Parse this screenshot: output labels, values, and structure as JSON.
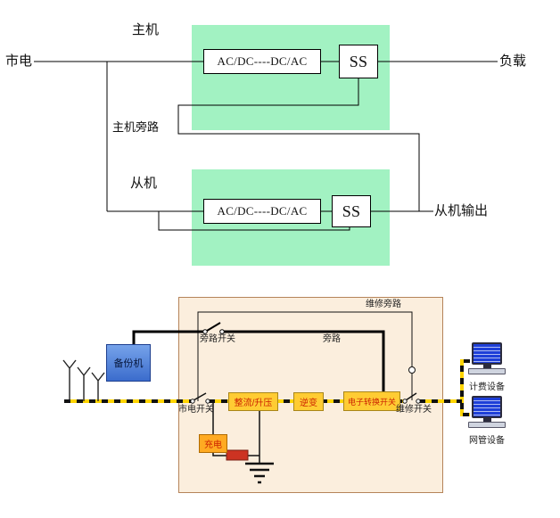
{
  "top_diagram": {
    "mains_label": "市电",
    "master_label": "主机",
    "load_label": "负载",
    "master_bypass_label": "主机旁路",
    "slave_label": "从机",
    "slave_output_label": "从机输出",
    "master_unit": {
      "converter_label": "AC/DC----DC/AC",
      "static_switch_label": "SS"
    },
    "slave_unit": {
      "converter_label": "AC/DC----DC/AC",
      "static_switch_label": "SS"
    }
  },
  "bottom_diagram": {
    "maintenance_bypass_label": "维修旁路",
    "bypass_switch_label": "旁路开关",
    "bypass_label": "旁路",
    "backup_unit_label": "备份机",
    "mains_switch_label": "市电开关",
    "rectifier_label": "整流/升压",
    "inverter_label": "逆变",
    "transfer_switch_label": "电子转换开关",
    "maintenance_switch_label": "维修开关",
    "charger_label": "充电",
    "billing_device_label": "计费设备",
    "network_device_label": "网管设备"
  },
  "colors": {
    "unit_box_green": "#a2f2c2",
    "panel_beige": "#fbeedd",
    "panel_border": "#b5845a",
    "module_yellow": "#ffcc33",
    "module_text_red": "#cc2200",
    "backup_box_blue": "#4a7ed2",
    "power_line_yellow": "#ffd400",
    "battery_red": "#cc3322",
    "screen_blue": "#1e3fd8"
  }
}
